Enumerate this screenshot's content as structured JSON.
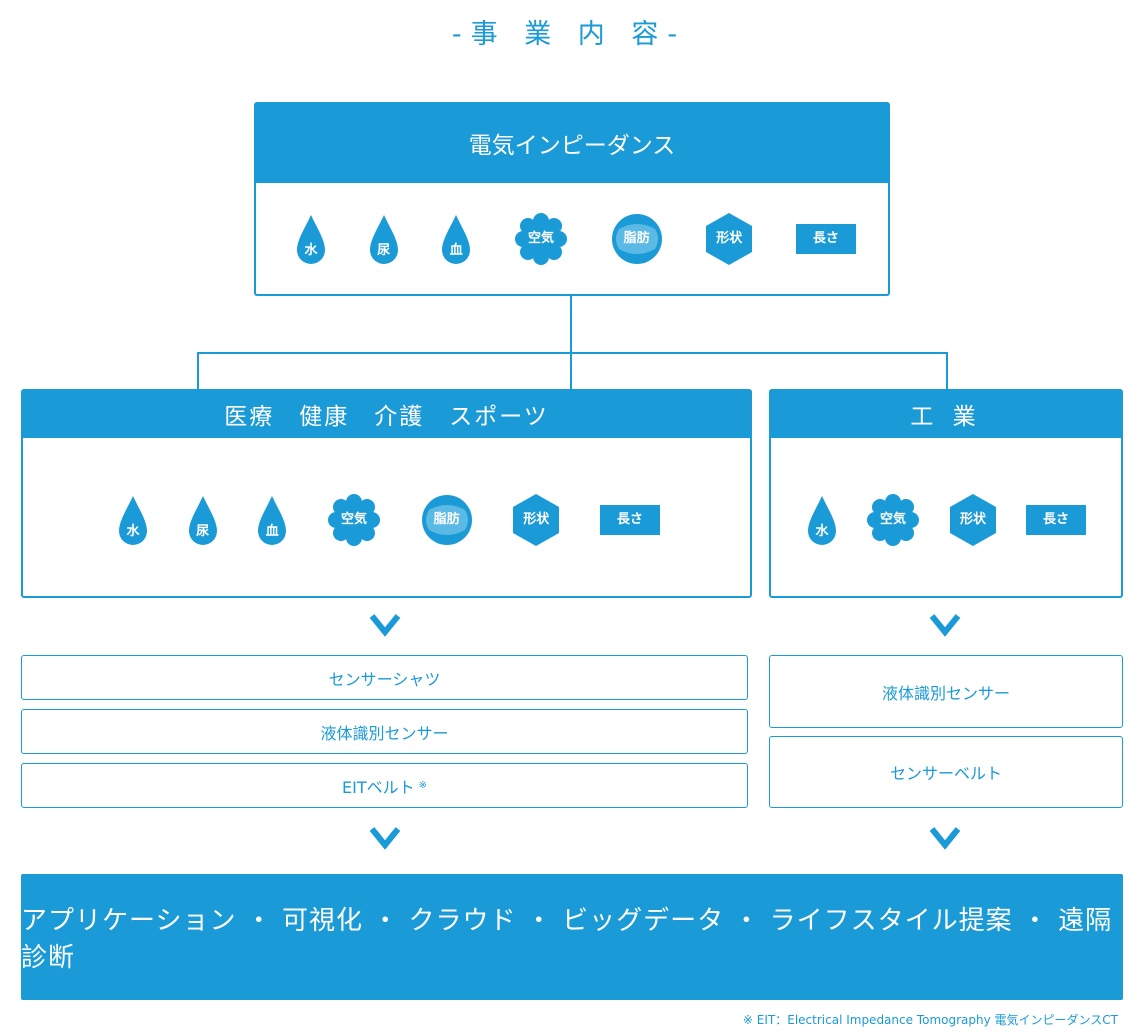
{
  "title": "-事 業 内 容-",
  "top_panel": {
    "title": "電気インピーダンス",
    "icons": [
      "水",
      "尿",
      "血",
      "空気",
      "脂肪",
      "形状",
      "長さ"
    ]
  },
  "medical_panel": {
    "title": "医療　健康　介護　スポーツ",
    "icons": [
      "水",
      "尿",
      "血",
      "空気",
      "脂肪",
      "形状",
      "長さ"
    ],
    "products": [
      "センサーシャツ",
      "液体識別センサー",
      "EITベルト"
    ],
    "note_mark": "※"
  },
  "industrial_panel": {
    "title": "工 業",
    "icons": [
      "水",
      "空気",
      "形状",
      "長さ"
    ],
    "products": [
      "液体識別センサー",
      "センサーベルト"
    ]
  },
  "applications": "アプリケーション ・ 可視化 ・ クラウド ・ ビッグデータ ・ ライフスタイル提案 ・ 遠隔診断",
  "footnote": "※ EIT：Electrical Impedance Tomography 電気インピーダンスCT",
  "colors": {
    "accent": "#1a9ad6",
    "background": "#ffffff"
  },
  "icon_shapes": {
    "水": "water-drop-icon",
    "尿": "urine-drop-icon",
    "血": "blood-drop-icon",
    "空気": "air-cloud-icon",
    "脂肪": "fat-circle-icon",
    "形状": "shape-hexagon-icon",
    "長さ": "length-rect-icon"
  }
}
